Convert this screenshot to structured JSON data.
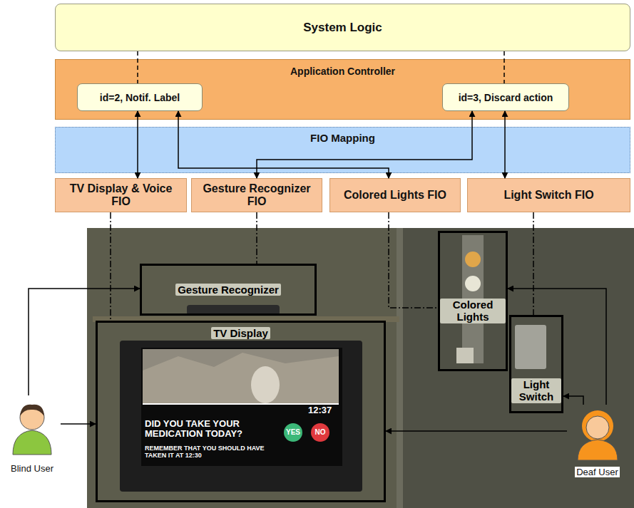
{
  "diagram": {
    "nodes": [
      {
        "text": [
          "System Logic"
        ]
      },
      {
        "text": [
          "Application Controller"
        ]
      },
      {
        "text": [
          "id=2, Notif. Label"
        ],
        "in": 1
      },
      {
        "text": [
          "id=3, Discard action"
        ],
        "in": 1
      },
      {
        "text": [
          "FIO Mapping"
        ]
      },
      {
        "text": [
          "TV Display & Voice FIO"
        ]
      },
      {
        "text": [
          "Gesture Recognizer FIO"
        ]
      },
      {
        "text": [
          "Colored Lights FIO"
        ]
      },
      {
        "text": [
          "Light Switch FIO"
        ]
      },
      {
        "text": [
          "Gesture Recognizer"
        ]
      },
      {
        "text": [
          "TV Display"
        ]
      },
      {
        "text": [
          "Colored Lights"
        ]
      },
      {
        "text": [
          "Light Switch"
        ]
      },
      {
        "text": [
          "Blind User"
        ]
      },
      {
        "text": [
          "Deaf User"
        ]
      }
    ],
    "edges": [
      {
        "from": 0,
        "to": 2,
        "arrow": "none"
      },
      {
        "from": 0,
        "to": 3,
        "arrow": "none"
      },
      {
        "from": 2,
        "to": 5,
        "arrow": "both"
      },
      {
        "from": 2,
        "to": 7,
        "arrow": "both"
      },
      {
        "from": 3,
        "to": 6,
        "arrow": "both"
      },
      {
        "from": 3,
        "to": 8,
        "arrow": "both"
      },
      {
        "from": 5,
        "to": 10,
        "arrow": "none"
      },
      {
        "from": 6,
        "to": 9,
        "arrow": "none"
      },
      {
        "from": 7,
        "to": 11,
        "arrow": "none"
      },
      {
        "from": 8,
        "to": 12,
        "arrow": "none"
      },
      {
        "from": 13,
        "to": 9,
        "arrow": "to"
      },
      {
        "from": 13,
        "to": 10,
        "arrow": "to"
      },
      {
        "from": 14,
        "to": 11,
        "arrow": "to"
      },
      {
        "from": 14,
        "to": 12,
        "arrow": "to"
      },
      {
        "from": 14,
        "to": 10,
        "arrow": "to"
      }
    ],
    "labels": [
      "12:37",
      "DID YOU TAKE YOUR MEDICATION TODAY?",
      "YES",
      "NO",
      "REMEMBER THAT YOU SHOULD HAVE TAKEN IT AT 12:30"
    ]
  }
}
